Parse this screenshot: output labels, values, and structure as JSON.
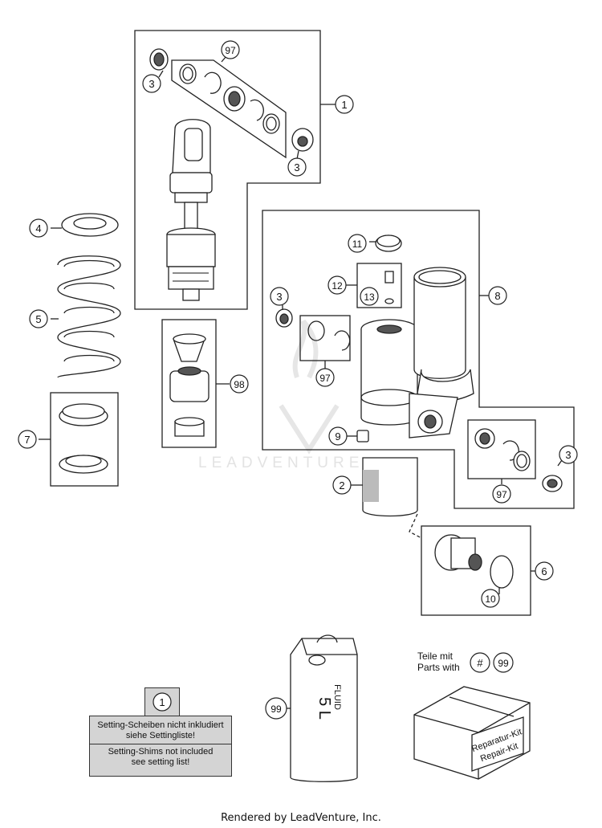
{
  "callouts": {
    "c1": "1",
    "c2": "2",
    "c3a": "3",
    "c3b": "3",
    "c3c": "3",
    "c3d": "3",
    "c4": "4",
    "c5": "5",
    "c6": "6",
    "c7": "7",
    "c8": "8",
    "c9": "9",
    "c10": "10",
    "c11": "11",
    "c12": "12",
    "c13": "13",
    "c97a": "97",
    "c97b": "97",
    "c97c": "97",
    "c98": "98",
    "c99": "99",
    "c99b": "99",
    "cnote": "1"
  },
  "note": {
    "de_line1": "Setting-Scheiben nicht inkludiert",
    "de_line2": "siehe Settingliste!",
    "en_line1": "Setting-Shims not included",
    "en_line2": "see setting list!"
  },
  "parts_with": {
    "line1": "Teile mit",
    "line2": "Parts with",
    "hash": "#"
  },
  "fluid_can": {
    "brand": "FLUID",
    "volume": "5 L"
  },
  "repair_box": {
    "line1": "Reparatur-Kit",
    "line2": "Repair-Kit"
  },
  "watermark": "LEADVENTURE",
  "footer": "Rendered by LeadVenture, Inc.",
  "colors": {
    "line": "#222222",
    "note_fill": "#d4d4d4",
    "watermark": "#e3e3e3"
  }
}
